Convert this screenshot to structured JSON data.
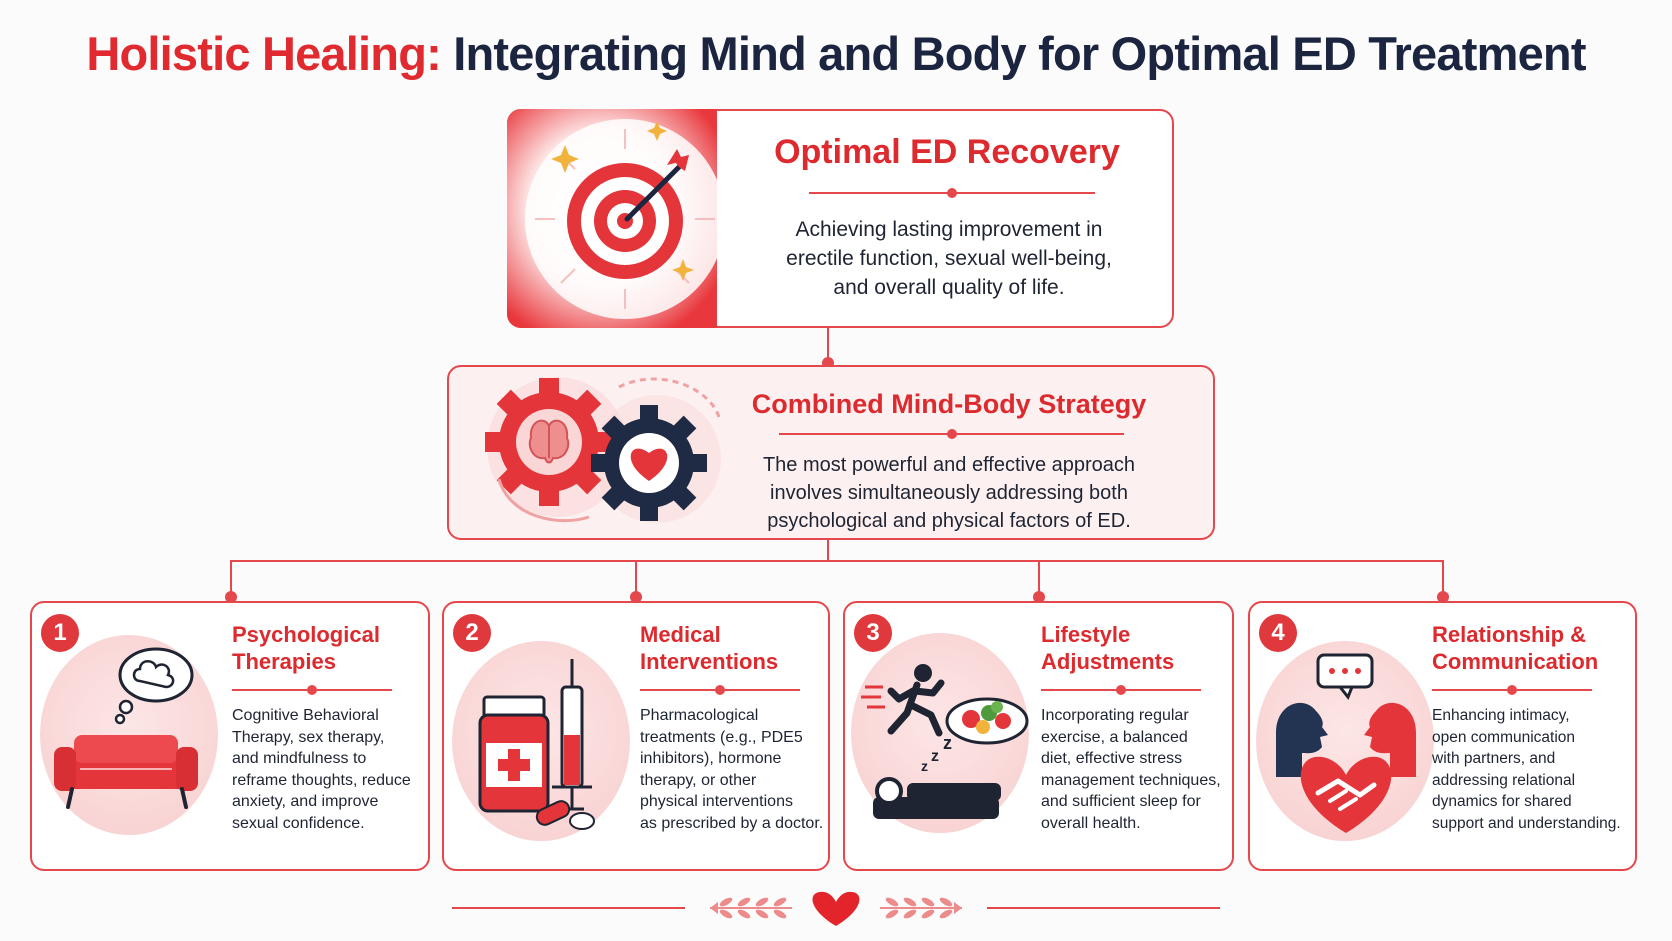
{
  "title": {
    "accent": "Holistic Healing:",
    "rest": " Integrating Mind and Body for Optimal ED Treatment"
  },
  "top_box": {
    "title": "Optimal ED Recovery",
    "lines": [
      "Achieving lasting improvement in",
      "erectile function, sexual well-being,",
      "and overall quality of life."
    ],
    "icon": "target-icon"
  },
  "middle_box": {
    "title": "Combined Mind-Body Strategy",
    "lines": [
      "The most powerful and effective approach",
      "involves simultaneously addressing both",
      "psychological and physical factors of ED."
    ],
    "icon": "mind-body-gears-icon"
  },
  "cards": [
    {
      "number": "1",
      "title": [
        "Psychological",
        "Therapies"
      ],
      "lines": [
        "Cognitive Behavioral",
        "Therapy, sex therapy,",
        "and mindfulness to",
        "reframe thoughts, reduce",
        "anxiety, and improve",
        "sexual confidence."
      ],
      "icon": "couch-thought-icon"
    },
    {
      "number": "2",
      "title": [
        "Medical",
        "Interventions"
      ],
      "lines": [
        "Pharmacological",
        "treatments (e.g., PDE5",
        "inhibitors), hormone",
        "therapy, or other",
        "physical interventions",
        "as prescribed by a doctor."
      ],
      "icon": "medicine-syringe-icon"
    },
    {
      "number": "3",
      "title": [
        "Lifestyle",
        "Adjustments"
      ],
      "lines": [
        "Incorporating regular",
        "exercise, a balanced",
        "diet, effective stress",
        "management techniques,",
        "and sufficient sleep for",
        "overall health."
      ],
      "icon": "exercise-diet-sleep-icon"
    },
    {
      "number": "4",
      "title": [
        "Relationship &",
        "Communication"
      ],
      "lines": [
        "Enhancing intimacy,",
        "open communication",
        "with partners, and",
        "addressing relational",
        "dynamics for shared",
        "support and understanding."
      ],
      "icon": "couple-handshake-icon"
    }
  ],
  "colors": {
    "accent_red": "#e02a2f",
    "navy": "#1c2540",
    "border_red": "#e5484c"
  }
}
